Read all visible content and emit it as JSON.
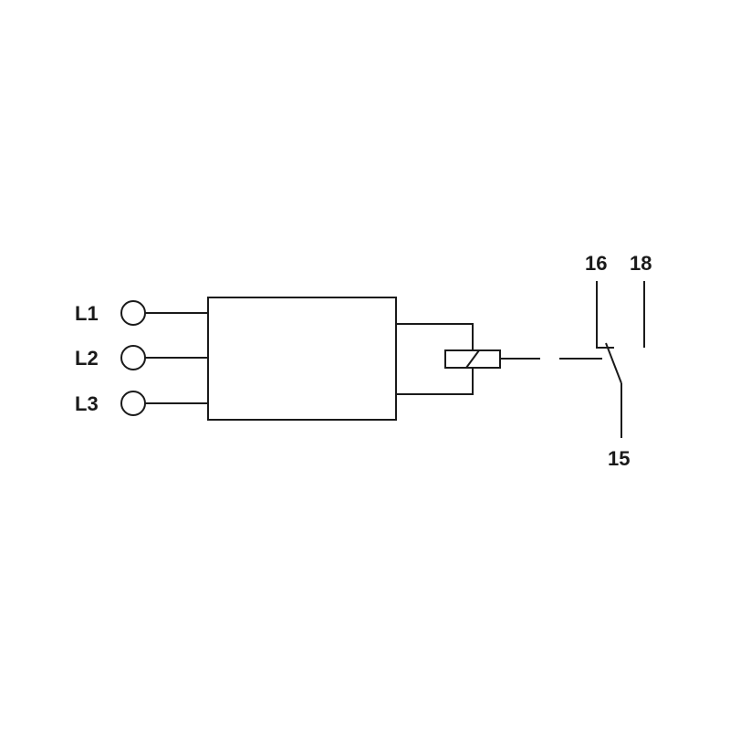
{
  "inputs": [
    {
      "label": "L1"
    },
    {
      "label": "L2"
    },
    {
      "label": "L3"
    }
  ],
  "contacts": {
    "common": "15",
    "nc": "16",
    "no": "18"
  },
  "colors": {
    "line": "#1a1a1a",
    "background": "#ffffff"
  }
}
